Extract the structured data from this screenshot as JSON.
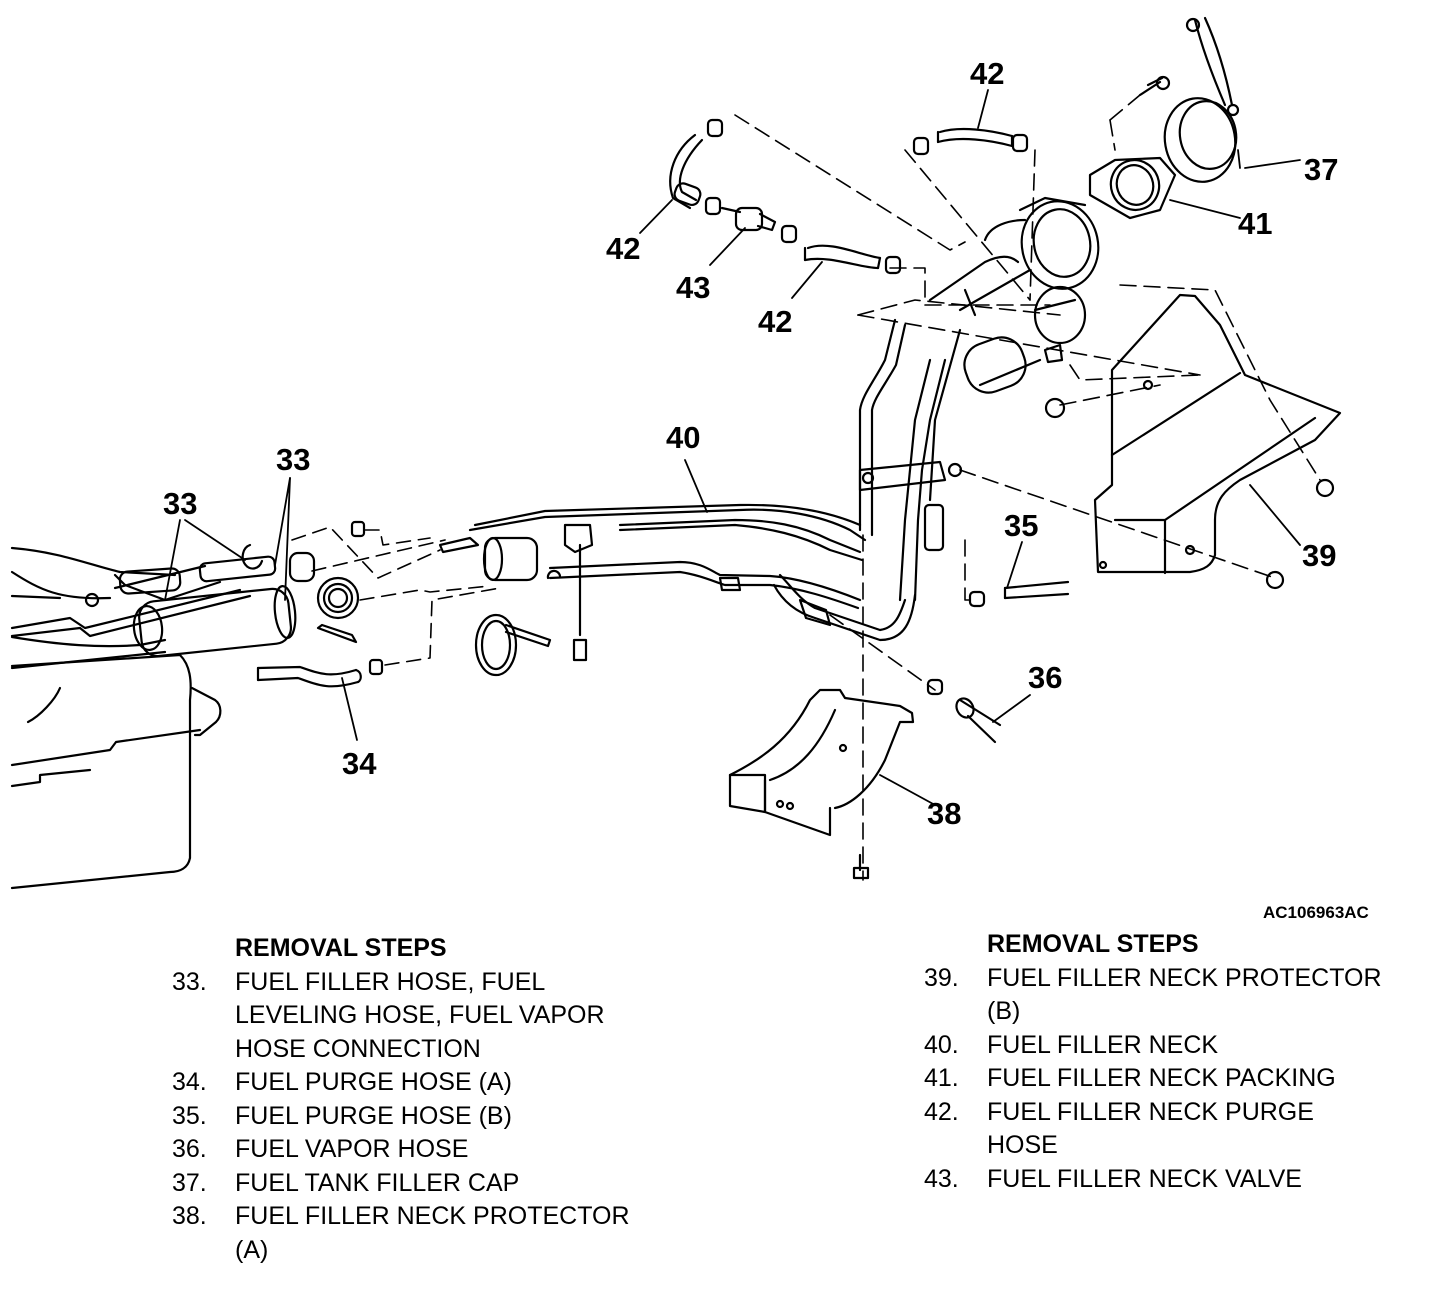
{
  "diagram": {
    "title": "Fuel filler neck removal exploded view",
    "figure_id": "AC106963AC",
    "callouts": [
      "33",
      "33",
      "34",
      "35",
      "36",
      "37",
      "38",
      "39",
      "40",
      "41",
      "42",
      "42",
      "42",
      "43"
    ],
    "parts": [
      {
        "id": "33",
        "name": "fuel-filler-hose"
      },
      {
        "id": "34",
        "name": "fuel-purge-hose-a"
      },
      {
        "id": "35",
        "name": "fuel-purge-hose-b"
      },
      {
        "id": "36",
        "name": "fuel-vapor-hose"
      },
      {
        "id": "37",
        "name": "fuel-tank-filler-cap"
      },
      {
        "id": "38",
        "name": "fuel-filler-neck-protector-a"
      },
      {
        "id": "39",
        "name": "fuel-filler-neck-protector-b"
      },
      {
        "id": "40",
        "name": "fuel-filler-neck"
      },
      {
        "id": "41",
        "name": "fuel-filler-neck-packing"
      },
      {
        "id": "42",
        "name": "fuel-filler-neck-purge-hose"
      },
      {
        "id": "43",
        "name": "fuel-filler-neck-valve"
      }
    ]
  },
  "removal_steps_left": {
    "heading": "REMOVAL STEPS",
    "items": [
      {
        "num": "33.",
        "lines": [
          "FUEL FILLER HOSE, FUEL",
          "LEVELING HOSE, FUEL VAPOR",
          "HOSE CONNECTION"
        ]
      },
      {
        "num": "34.",
        "lines": [
          "FUEL PURGE HOSE (A)"
        ]
      },
      {
        "num": "35.",
        "lines": [
          "FUEL PURGE HOSE (B)"
        ]
      },
      {
        "num": "36.",
        "lines": [
          "FUEL VAPOR HOSE"
        ]
      },
      {
        "num": "37.",
        "lines": [
          "FUEL TANK FILLER CAP"
        ]
      },
      {
        "num": "38.",
        "lines": [
          "FUEL FILLER NECK PROTECTOR",
          "(A)"
        ]
      }
    ]
  },
  "removal_steps_right": {
    "heading": "REMOVAL STEPS",
    "items": [
      {
        "num": "39.",
        "lines": [
          "FUEL FILLER NECK PROTECTOR",
          "(B)"
        ]
      },
      {
        "num": "40.",
        "lines": [
          "FUEL FILLER NECK"
        ]
      },
      {
        "num": "41.",
        "lines": [
          "FUEL FILLER NECK PACKING"
        ]
      },
      {
        "num": "42.",
        "lines": [
          "FUEL FILLER NECK PURGE",
          "HOSE"
        ]
      },
      {
        "num": "43.",
        "lines": [
          "FUEL FILLER NECK VALVE"
        ]
      }
    ]
  }
}
